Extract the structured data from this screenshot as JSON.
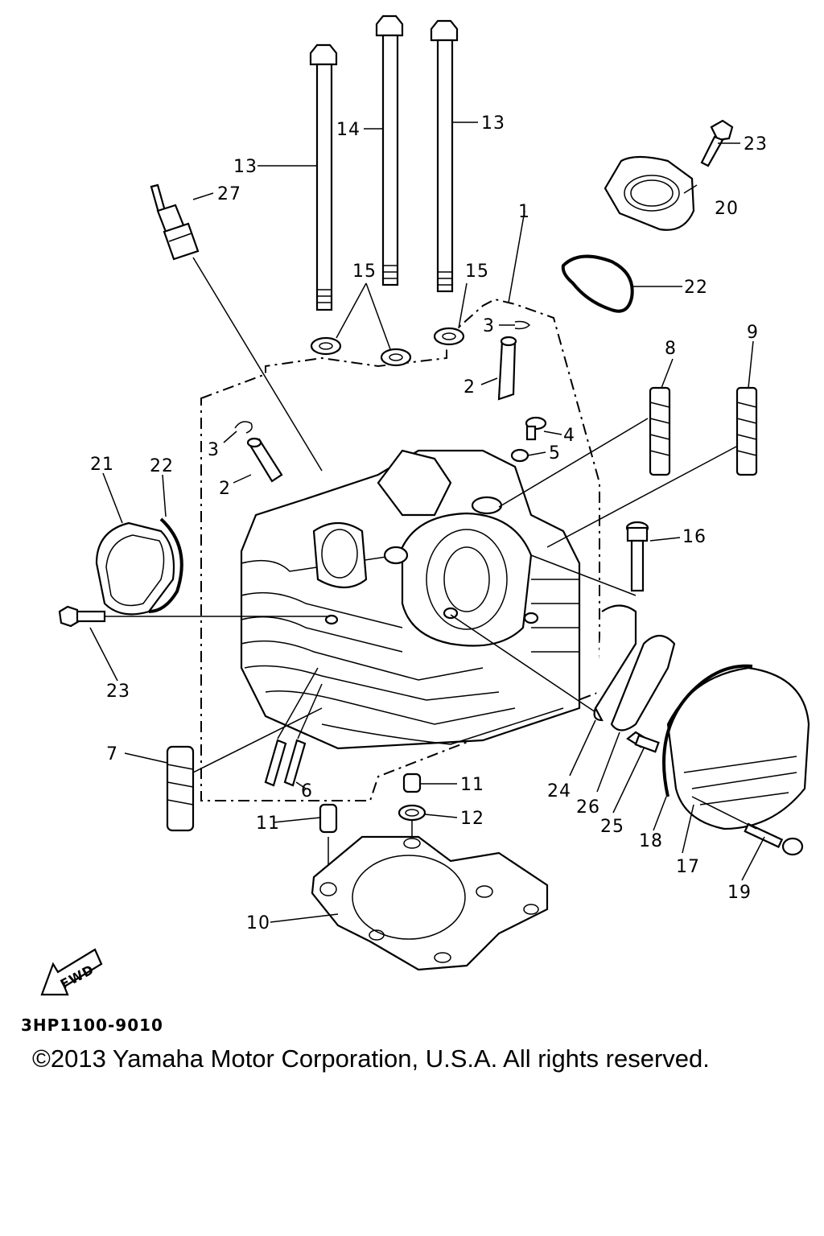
{
  "labels": {
    "l1": "1",
    "l2a": "2",
    "l2b": "2",
    "l3a": "3",
    "l3b": "3",
    "l4": "4",
    "l5": "5",
    "l6": "6",
    "l7": "7",
    "l8": "8",
    "l9": "9",
    "l10": "10",
    "l11a": "11",
    "l11b": "11",
    "l12": "12",
    "l13a": "13",
    "l13b": "13",
    "l14": "14",
    "l15a": "15",
    "l15b": "15",
    "l16": "16",
    "l17": "17",
    "l18": "18",
    "l19": "19",
    "l20": "20",
    "l21": "21",
    "l22a": "22",
    "l22b": "22",
    "l23a": "23",
    "l23b": "23",
    "l24": "24",
    "l25": "25",
    "l26": "26",
    "l27": "27"
  },
  "fwd": "FWD",
  "part_code": "3HP1100-9010",
  "copyright": "©2013 Yamaha Motor Corporation, U.S.A. All rights reserved."
}
